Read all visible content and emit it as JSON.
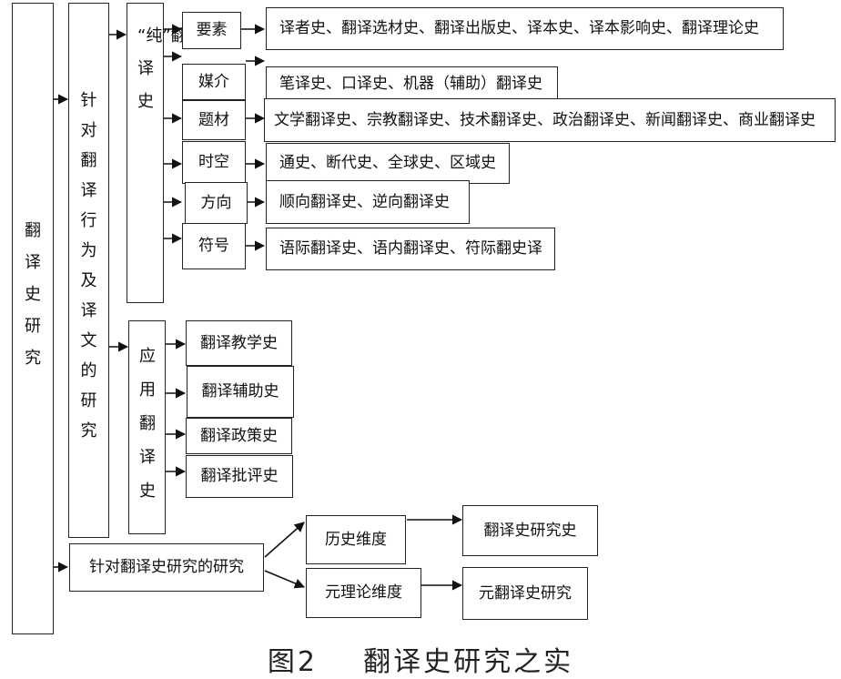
{
  "diagram": {
    "root": "翻译史研究",
    "branch_translation": "针对翻译行为及译文的研究",
    "pure_history": "“纯”翻译史",
    "applied_history": "应用翻译史",
    "pure_items": [
      {
        "label": "要素",
        "detail": "译者史、翻译选材史、翻译出版史、译本史、译本影响史、翻译理论史"
      },
      {
        "label": "媒介",
        "detail": "笔译史、口译史、机器（辅助）翻译史"
      },
      {
        "label": "题材",
        "detail": "文学翻译史、宗教翻译史、技术翻译史、政治翻译史、新闻翻译史、商业翻译史"
      },
      {
        "label": "时空",
        "detail": "通史、断代史、全球史、区域史"
      },
      {
        "label": "方向",
        "detail": "顺向翻译史、逆向翻译史"
      },
      {
        "label": "符号",
        "detail": "语际翻译史、语内翻译史、符际翻史译"
      }
    ],
    "applied_items": [
      "翻译教学史",
      "翻译辅助史",
      "翻译政策史",
      "翻译批评史"
    ],
    "meta_branch": "针对翻译史研究的研究",
    "historical_dimension": "历史维度",
    "historical_result": "翻译史研究史",
    "metatheory_dimension": "元理论维度",
    "metatheory_result": "元翻译史研究"
  },
  "caption": "图2    翻译史研究之实"
}
